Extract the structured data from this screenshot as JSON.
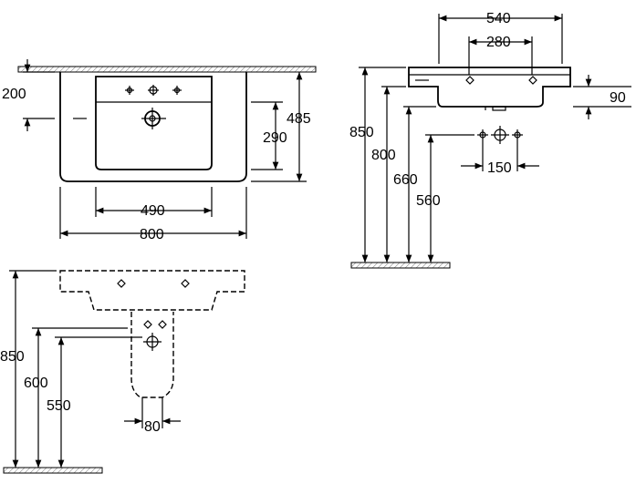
{
  "diagram": {
    "top_view": {
      "d_200": "200",
      "d_290": "290",
      "d_485": "485",
      "d_490": "490",
      "d_800": "800"
    },
    "side_view": {
      "d_540": "540",
      "d_280": "280",
      "d_90": "90",
      "d_850": "850",
      "d_800": "800",
      "d_660": "660",
      "d_560": "560",
      "d_150": "150"
    },
    "pedestal_view": {
      "d_850": "850",
      "d_600": "600",
      "d_550": "550",
      "d_80": "80"
    }
  }
}
